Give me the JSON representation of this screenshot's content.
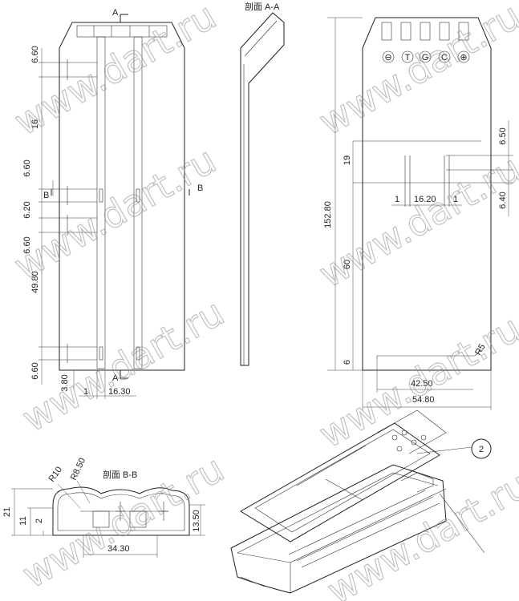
{
  "labels": {
    "section_aa": "剖面 A-A",
    "section_bb": "剖面 B-B",
    "a_top": "A",
    "a_bottom": "A",
    "b_left": "B",
    "b_right": "B",
    "item_no": "2"
  },
  "front_dims": {
    "d1": "6.60",
    "d2": "16",
    "d3": "6.60",
    "d4": "6.20",
    "d5": "6.60",
    "d6": "49.80",
    "d7": "6.60",
    "d8": "3.80",
    "d9": "1",
    "d10": "16.30"
  },
  "side_dims": {
    "h_total": "152.80",
    "h19": "19",
    "h60": "60",
    "h6": "6",
    "v650": "6.50",
    "v640": "6.40",
    "w1a": "1",
    "w1620": "16.20",
    "w1b": "1",
    "w4250": "42.50",
    "w5480": "54.80",
    "r5": "R5"
  },
  "section_dims": {
    "r10": "R10",
    "r850": "R8.50",
    "h21": "21",
    "h11": "11",
    "h2": "2",
    "h1350": "13.50",
    "w3430": "34.30"
  },
  "terminals": [
    "⊖",
    "T",
    "G",
    "C",
    "⊕"
  ],
  "watermark": "www.dart.ru"
}
